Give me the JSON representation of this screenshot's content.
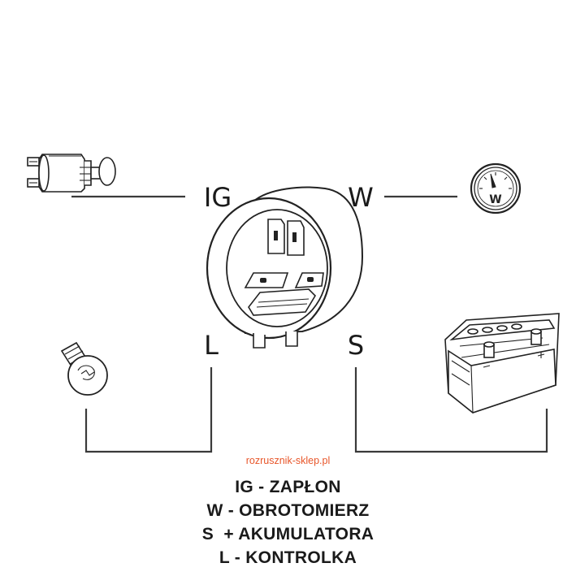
{
  "terminals": {
    "ig": "IG",
    "w": "W",
    "l": "L",
    "s": "S"
  },
  "gauge": {
    "dial_letter": "W"
  },
  "watermark": "rozrusznik-sklep.pl",
  "legend": [
    "IG - ZAPŁON",
    "W - OBROTOMIERZ",
    "S  + AKUMULATORA",
    "L - KONTROLKA"
  ],
  "colors": {
    "watermark": "#e8562a",
    "ink": "#1a1a1a",
    "wire": "#3a3a3a"
  }
}
